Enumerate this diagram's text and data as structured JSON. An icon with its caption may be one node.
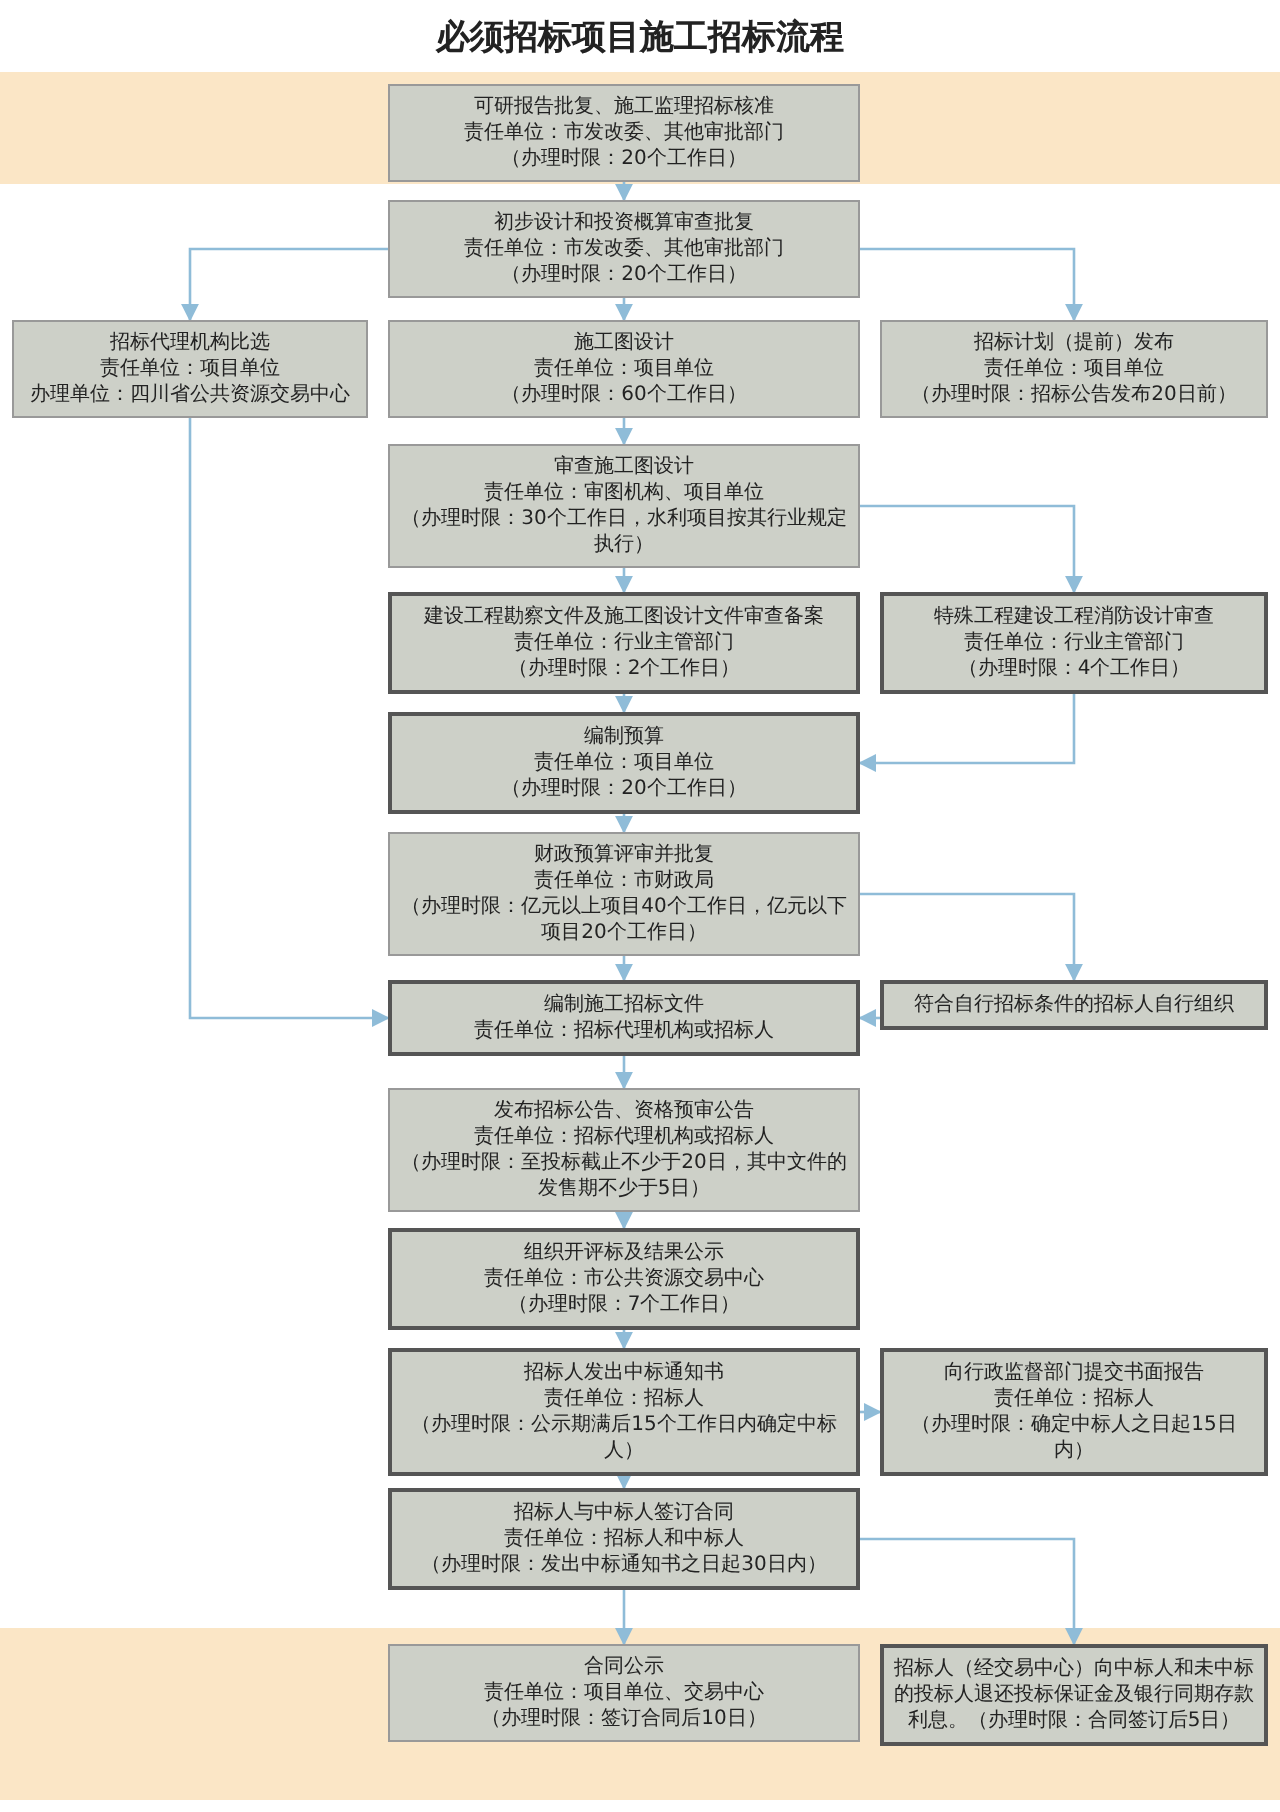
{
  "diagram": {
    "title": "必须招标项目施工招标流程",
    "nodes": [
      {
        "text": [
          "可研报告批复、施工监理招标核准",
          "责任单位：市发改委、其他审批部门",
          "（办理时限：20个工作日）"
        ]
      },
      {
        "text": [
          "初步设计和投资概算审查批复",
          "责任单位：市发改委、其他审批部门",
          "（办理时限：20个工作日）"
        ]
      },
      {
        "text": [
          "招标代理机构比选",
          "责任单位：项目单位",
          "办理单位：四川省公共资源交易中心"
        ]
      },
      {
        "text": [
          "施工图设计",
          "责任单位：项目单位",
          "（办理时限：60个工作日）"
        ]
      },
      {
        "text": [
          "招标计划（提前）发布",
          "责任单位：项目单位",
          "（办理时限：招标公告发布20日前）"
        ]
      },
      {
        "text": [
          "审查施工图设计",
          "责任单位：审图机构、项目单位",
          "（办理时限：30个工作日，水利项目按其行业规定执行）"
        ]
      },
      {
        "text": [
          "建设工程勘察文件及施工图设计文件审查备案",
          "责任单位：行业主管部门",
          "（办理时限：2个工作日）"
        ]
      },
      {
        "text": [
          "特殊工程建设工程消防设计审查",
          "责任单位：行业主管部门",
          "（办理时限：4个工作日）"
        ]
      },
      {
        "text": [
          "编制预算",
          "责任单位：项目单位",
          "（办理时限：20个工作日）"
        ]
      },
      {
        "text": [
          "财政预算评审并批复",
          "责任单位：市财政局",
          "（办理时限：亿元以上项目40个工作日，亿元以下项目20个工作日）"
        ]
      },
      {
        "text": [
          "编制施工招标文件",
          "责任单位：招标代理机构或招标人"
        ]
      },
      {
        "text": [
          "符合自行招标条件的招标人自行组织"
        ]
      },
      {
        "text": [
          "发布招标公告、资格预审公告",
          "责任单位：招标代理机构或招标人",
          "（办理时限：至投标截止不少于20日，其中文件的发售期不少于5日）"
        ]
      },
      {
        "text": [
          "组织开评标及结果公示",
          "责任单位：市公共资源交易中心",
          "（办理时限：7个工作日）"
        ]
      },
      {
        "text": [
          "招标人发出中标通知书",
          "责任单位：招标人",
          "（办理时限：公示期满后15个工作日内确定中标人）"
        ]
      },
      {
        "text": [
          "向行政监督部门提交书面报告",
          "责任单位：招标人",
          "（办理时限：确定中标人之日起15日内）"
        ]
      },
      {
        "text": [
          "招标人与中标人签订合同",
          "责任单位：招标人和中标人",
          "（办理时限：发出中标通知书之日起30日内）"
        ]
      },
      {
        "text": [
          "合同公示",
          "责任单位：项目单位、交易中心",
          "（办理时限：签订合同后10日）"
        ]
      },
      {
        "text": [
          "招标人（经交易中心）向中标人和未中标的投标人退还投标保证金及银行同期存款利息。（办理时限：合同签订后5日）"
        ]
      }
    ],
    "edges": [
      {
        "from": 0,
        "to": 1,
        "arrow": "to"
      },
      {
        "from": 1,
        "to": 2,
        "arrow": "to"
      },
      {
        "from": 1,
        "to": 3,
        "arrow": "to"
      },
      {
        "from": 1,
        "to": 4,
        "arrow": "to"
      },
      {
        "from": 3,
        "to": 5,
        "arrow": "to"
      },
      {
        "from": 5,
        "to": 6,
        "arrow": "to"
      },
      {
        "from": 5,
        "to": 7,
        "arrow": "to"
      },
      {
        "from": 6,
        "to": 8,
        "arrow": "to"
      },
      {
        "from": 7,
        "to": 8,
        "arrow": "to"
      },
      {
        "from": 8,
        "to": 9,
        "arrow": "to"
      },
      {
        "from": 9,
        "to": 10,
        "arrow": "to"
      },
      {
        "from": 9,
        "to": 11,
        "arrow": "to"
      },
      {
        "from": 2,
        "to": 10,
        "arrow": "to"
      },
      {
        "from": 11,
        "to": 10,
        "arrow": "to"
      },
      {
        "from": 10,
        "to": 12,
        "arrow": "to"
      },
      {
        "from": 12,
        "to": 13,
        "arrow": "to"
      },
      {
        "from": 13,
        "to": 14,
        "arrow": "to"
      },
      {
        "from": 14,
        "to": 15,
        "arrow": "to"
      },
      {
        "from": 14,
        "to": 16,
        "arrow": "to"
      },
      {
        "from": 16,
        "to": 17,
        "arrow": "to"
      },
      {
        "from": 16,
        "to": 18,
        "arrow": "to"
      }
    ]
  }
}
